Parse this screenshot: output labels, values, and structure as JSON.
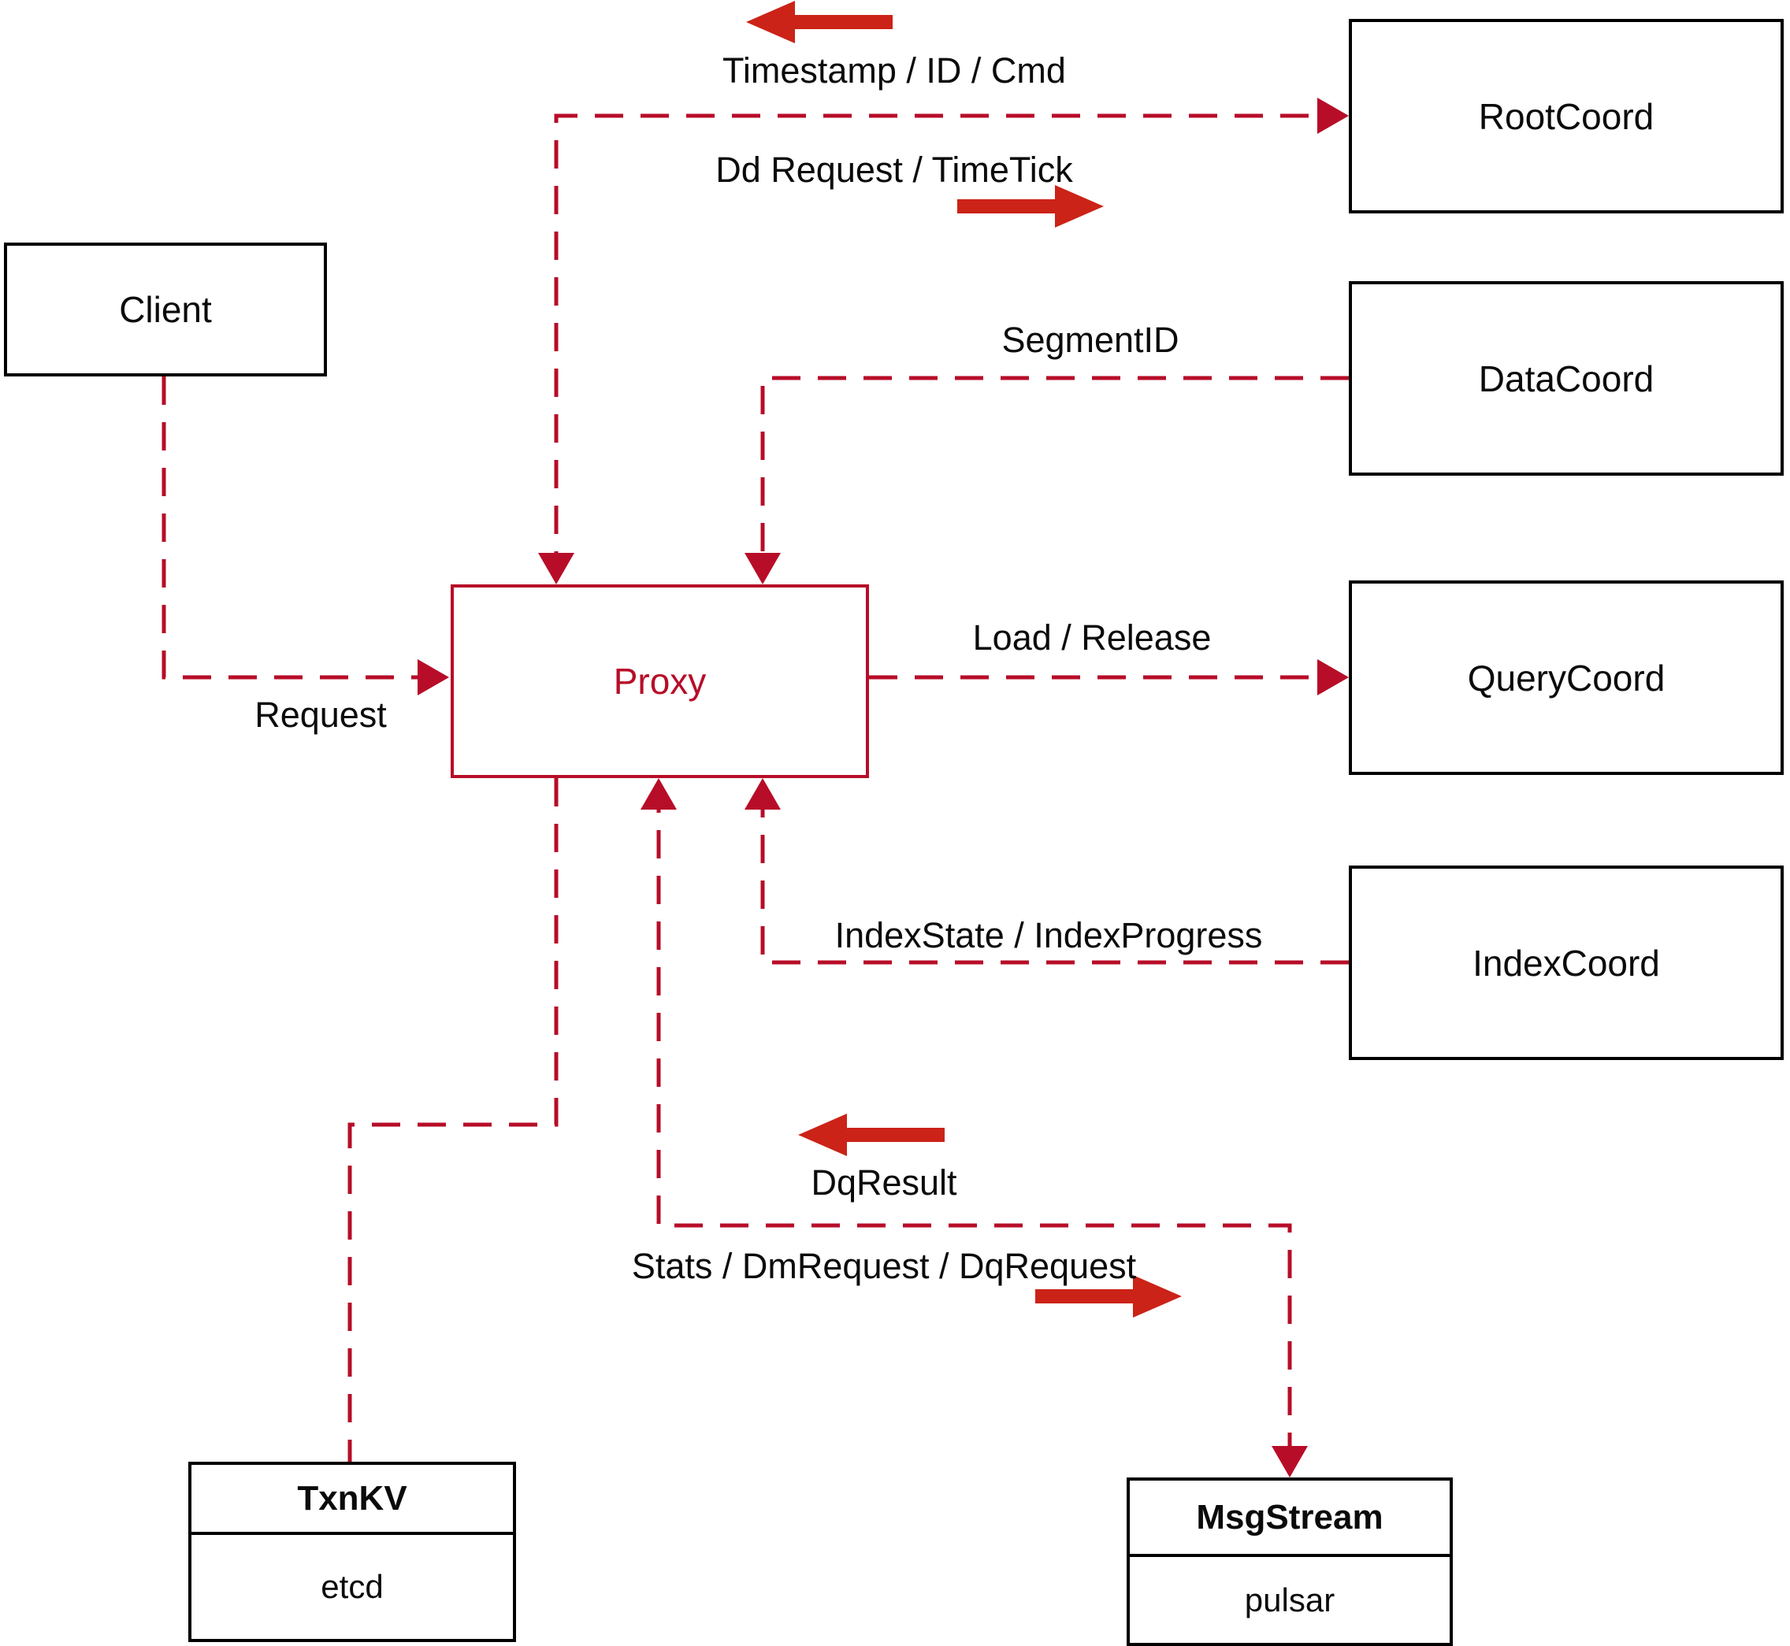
{
  "nodes": {
    "client": {
      "label": "Client"
    },
    "proxy": {
      "label": "Proxy"
    },
    "rootcoord": {
      "label": "RootCoord"
    },
    "datacoord": {
      "label": "DataCoord"
    },
    "querycoord": {
      "label": "QueryCoord"
    },
    "indexcoord": {
      "label": "IndexCoord"
    },
    "txnkv": {
      "label": "TxnKV",
      "impl": "etcd"
    },
    "msgstream": {
      "label": "MsgStream",
      "impl": "pulsar"
    }
  },
  "edge_labels": {
    "timestamp_id_cmd": "Timestamp / ID / Cmd",
    "dd_request_timetick": "Dd Request / TimeTick",
    "segment_id": "SegmentID",
    "request": "Request",
    "load_release": "Load / Release",
    "index_state_progress": "IndexState / IndexProgress",
    "dq_result": "DqResult",
    "stats_dm_dq_request": "Stats / DmRequest / DqRequest"
  },
  "colors": {
    "connector": "#b70d28",
    "direction_arrow": "#cb2317",
    "node_border": "#000000",
    "proxy_accent": "#b70d28",
    "label_text": "#0b0b0b",
    "background": "#ffffff"
  }
}
